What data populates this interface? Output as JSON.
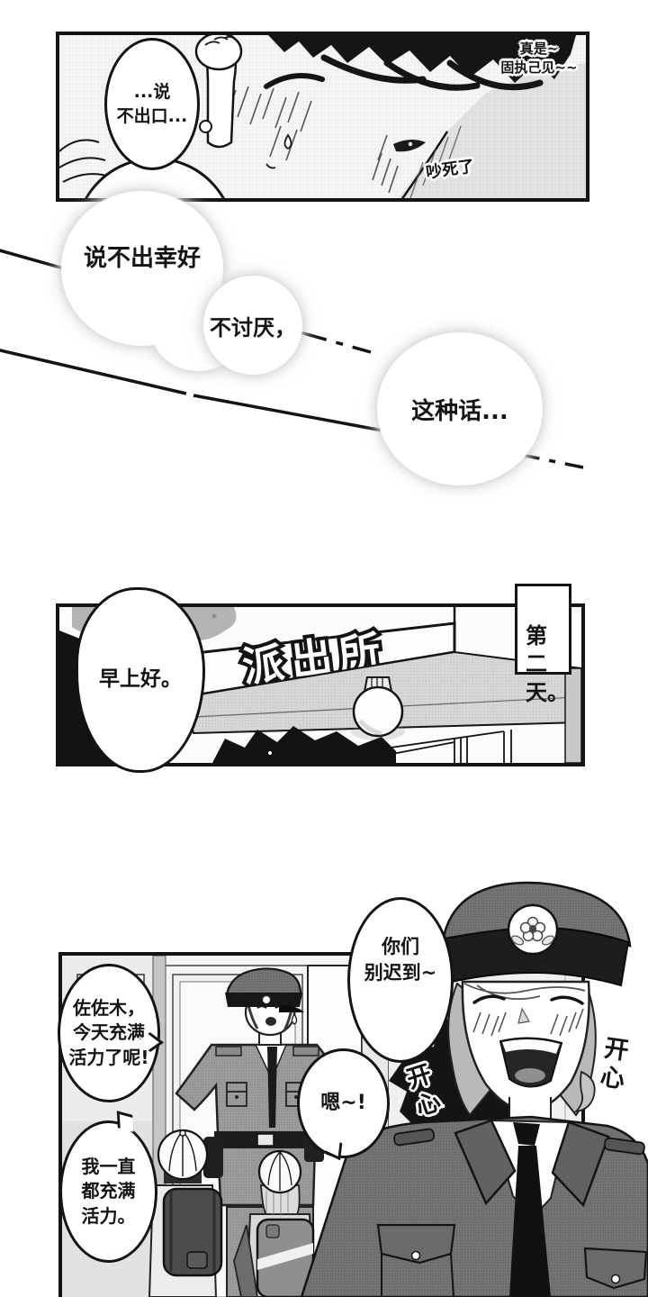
{
  "colors": {
    "ink": "#141414",
    "tone-light": "#e9e9e9",
    "tone-mid": "#d6d6d6",
    "uniform-mid": "#9e9e9e",
    "uniform-dark": "#757575",
    "cap-black": "#1d1d1d"
  },
  "panel1": {
    "bubble_hard_to_say": "...说\n不出口...",
    "sfx_really_stubborn": "真是~\n固执己见~~",
    "sfx_so_noisy": "吵死了"
  },
  "monologue": {
    "bubble_1": "说不出幸好",
    "bubble_2": "不讨厌，",
    "bubble_3": "这种话..."
  },
  "panel2": {
    "caption_next_day": "第二\n天。",
    "sign_police_box": "派出所",
    "bubble_good_morning": "早上好。"
  },
  "panel3": {
    "bubble_sasaki_energetic": "佐佐木，\n今天充满\n活力了呢!",
    "bubble_dont_be_late": "你们\n别迟到~",
    "bubble_mm": "嗯~!",
    "bubble_always_energetic": "我一直\n都充满\n活力。",
    "sfx_happy_left": "开心",
    "sfx_happy_right": "开心"
  }
}
